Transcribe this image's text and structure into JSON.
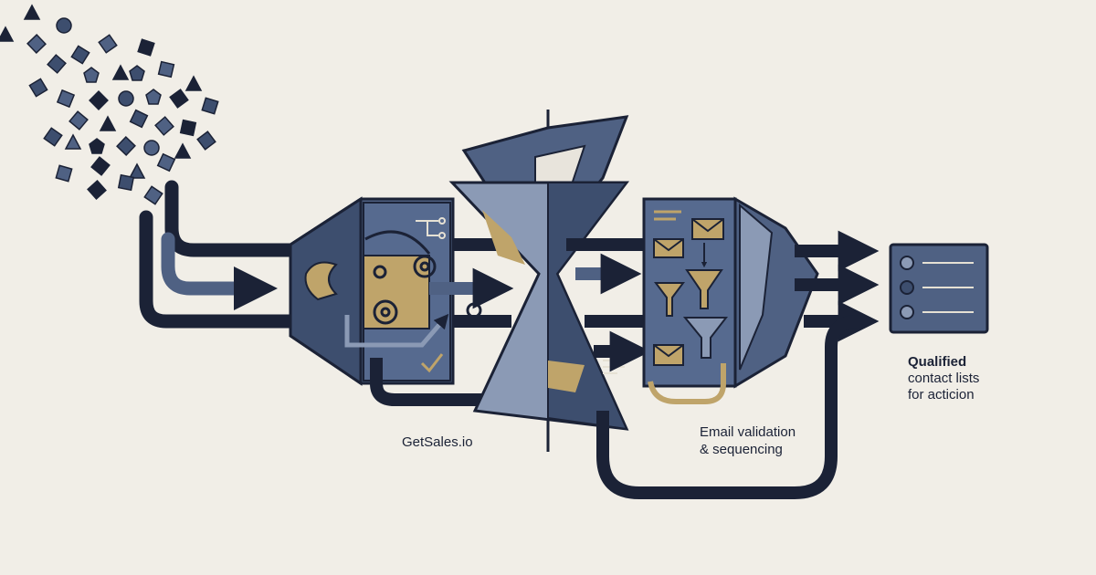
{
  "labels": {
    "engine": "GetSales.io",
    "validation_line1": "Email validation",
    "validation_line2": "& sequencing",
    "output_title": "Qualified",
    "output_line2": "contact lists",
    "output_line3": "for acticion"
  },
  "colors": {
    "background": "#f1eee7",
    "navy": "#1b2236",
    "slate": "#4f6183",
    "slate_light": "#8b9ab5",
    "gold": "#bfa46a"
  },
  "output_card": {
    "rows": 3
  }
}
